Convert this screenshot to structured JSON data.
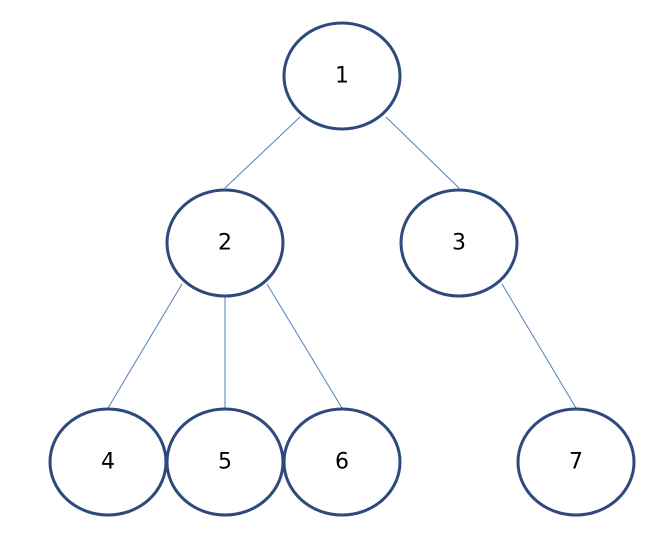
{
  "colors": {
    "node_stroke": "#2e4a7d",
    "node_fill": "#ffffff",
    "edge": "#4f81bd",
    "text": "#000000",
    "background": "#ffffff"
  },
  "nodes": [
    {
      "id": "1",
      "label": "1"
    },
    {
      "id": "2",
      "label": "2"
    },
    {
      "id": "3",
      "label": "3"
    },
    {
      "id": "4",
      "label": "4"
    },
    {
      "id": "5",
      "label": "5"
    },
    {
      "id": "6",
      "label": "6"
    },
    {
      "id": "7",
      "label": "7"
    }
  ],
  "edges": [
    {
      "from": "1",
      "to": "2"
    },
    {
      "from": "1",
      "to": "3"
    },
    {
      "from": "2",
      "to": "4"
    },
    {
      "from": "2",
      "to": "5"
    },
    {
      "from": "2",
      "to": "6"
    },
    {
      "from": "3",
      "to": "7"
    }
  ]
}
